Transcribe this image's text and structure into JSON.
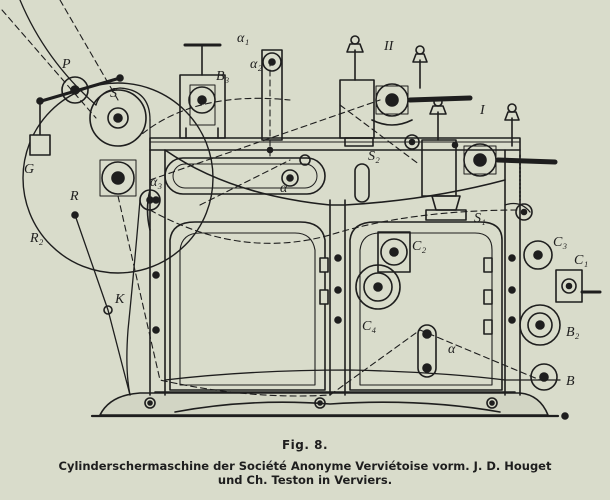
{
  "figure": {
    "number": "Fig. 8.",
    "caption_line1": "Cylinderschermaschine der Société Anonyme Verviétoise vorm. J. D. Houget",
    "caption_line2": "und Ch. Teston in Verviers."
  },
  "diagram": {
    "labels": {
      "P": "P",
      "S": "S",
      "G": "G",
      "R": "R",
      "R2": "R₂",
      "K": "K",
      "alpha1": "α₁",
      "alpha2": "α₂",
      "alpha3": "α₃",
      "alpha": "α",
      "alpha_bottom": "α",
      "B3": "B₃",
      "II": "II",
      "I": "I",
      "S2": "S₂",
      "S1": "S₁",
      "C1": "C₁",
      "C2": "C₂",
      "C3": "C₃",
      "C4": "C₄",
      "B2": "B₂",
      "B": "B"
    }
  }
}
